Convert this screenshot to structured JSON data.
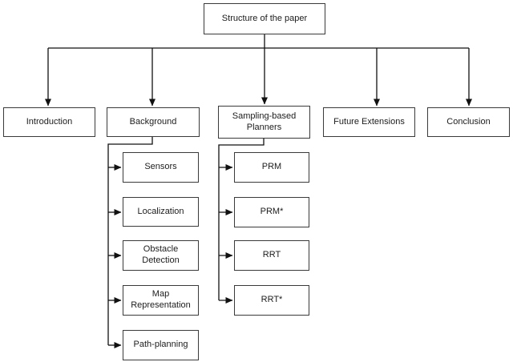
{
  "diagram": {
    "type": "flowchart",
    "root": {
      "label": "Structure of the paper"
    },
    "sections": [
      {
        "label": "Introduction",
        "children": []
      },
      {
        "label": "Background",
        "children": [
          "Sensors",
          "Localization",
          "Obstacle Detection",
          "Map Representation",
          "Path-planning"
        ]
      },
      {
        "label": "Sampling-based Planners",
        "children": [
          "PRM",
          "PRM*",
          "RRT",
          "RRT*"
        ]
      },
      {
        "label": "Future Extensions",
        "children": []
      },
      {
        "label": "Conclusion",
        "children": []
      }
    ],
    "colors": {
      "background": "#ffffff",
      "box_fill": "#ffffff",
      "box_border": "#3a3a3a",
      "line": "#111111",
      "text": "#1c1c1c"
    }
  }
}
